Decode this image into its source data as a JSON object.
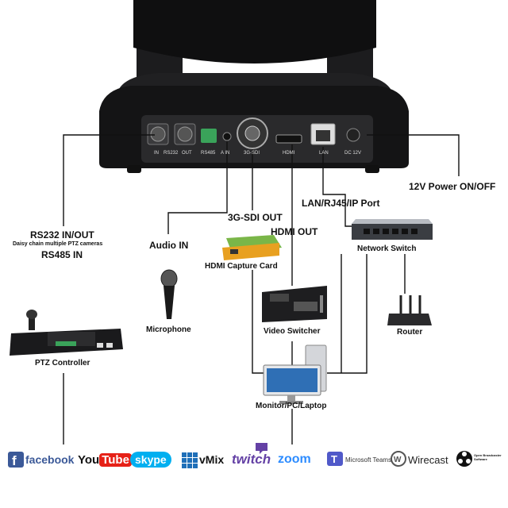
{
  "ports": {
    "in": "IN",
    "rs232": "RS232",
    "out": "OUT",
    "rs485": "RS485",
    "ain": "A IN",
    "sdi": "3G-SDI",
    "hdmi": "HDMI",
    "lan": "LAN",
    "dc": "DC 12V"
  },
  "labels": {
    "power": "12V Power ON/OFF",
    "lan_port": "LAN/RJ45/IP Port",
    "sdi_out": "3G-SDI OUT",
    "hdmi_out": "HDMI OUT",
    "audio_in": "Audio IN",
    "rs232_inout": "RS232 IN/OUT",
    "daisy": "Daisy chain multiple PTZ cameras",
    "rs485_in": "RS485 IN",
    "capture_card": "HDMI Capture Card",
    "network_switch": "Network Switch",
    "microphone": "Microphone",
    "video_switcher": "Video Switcher",
    "router": "Router",
    "ptz_controller": "PTZ Controller",
    "monitor": "Monitor/PC/Laptop"
  },
  "logos": {
    "facebook": "facebook",
    "youtube_you": "You",
    "youtube_tube": "Tube",
    "skype": "skype",
    "vmix": "vMix",
    "twitch": "twitch",
    "zoom": "zoom",
    "teams": "Microsoft Teams",
    "wirecast": "Wirecast",
    "obs_1": "Open Broadcaster",
    "obs_2": "Software"
  },
  "colors": {
    "facebook": "#3b5998",
    "youtube": "#e62117",
    "skype": "#00aff0",
    "vmix": "#1f6fb8",
    "twitch": "#6441a5",
    "zoom": "#2d8cff",
    "teams": "#5059c9",
    "capture_card": "#e8a020",
    "monitor_screen": "#2f6fb5"
  }
}
